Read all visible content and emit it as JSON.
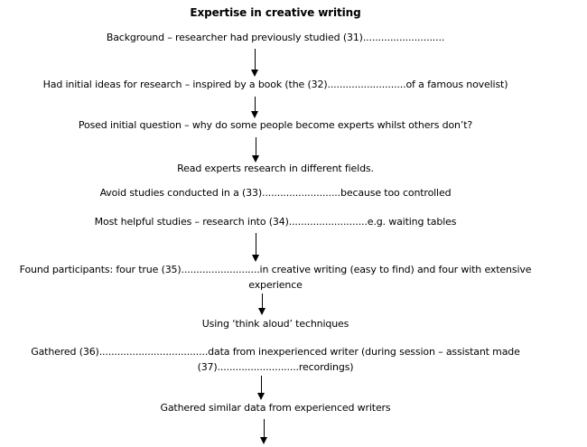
{
  "title": "Expertise in creative writing",
  "steps": [
    {
      "name": "background",
      "lines": [
        "Background – researcher had previously studied (31)..........................."
      ]
    },
    {
      "name": "initial-ideas",
      "lines": [
        "Had initial ideas for research – inspired by a book (the (32)..........................of a famous novelist)"
      ]
    },
    {
      "name": "initial-question",
      "lines": [
        "Posed initial question – why do some people become experts whilst others don’t?"
      ]
    },
    {
      "name": "read-research",
      "lines": [
        "Read experts research in different fields."
      ]
    },
    {
      "name": "avoid-studies",
      "lines": [
        "Avoid studies conducted in a (33)..........................because too controlled"
      ]
    },
    {
      "name": "helpful-studies",
      "lines": [
        "Most helpful studies – research into (34)..........................e.g. waiting tables"
      ]
    },
    {
      "name": "participants",
      "lines": [
        "Found participants: four true (35)..........................in creative writing (easy to find) and four with extensive",
        "experience"
      ]
    },
    {
      "name": "think-aloud",
      "lines": [
        "Using ‘think aloud’ techniques"
      ]
    },
    {
      "name": "gathered-data",
      "lines": [
        "Gathered (36)....................................data from inexperienced writer (during session – assistant made",
        "(37)...........................recordings)"
      ]
    },
    {
      "name": "gathered-similar",
      "lines": [
        "Gathered similar data from experienced writers"
      ]
    }
  ],
  "gap_numbers": [
    "31",
    "32",
    "33",
    "34",
    "35",
    "36",
    "37"
  ],
  "colors": {
    "text": "#000000",
    "background": "#ffffff",
    "arrow": "#000000"
  }
}
